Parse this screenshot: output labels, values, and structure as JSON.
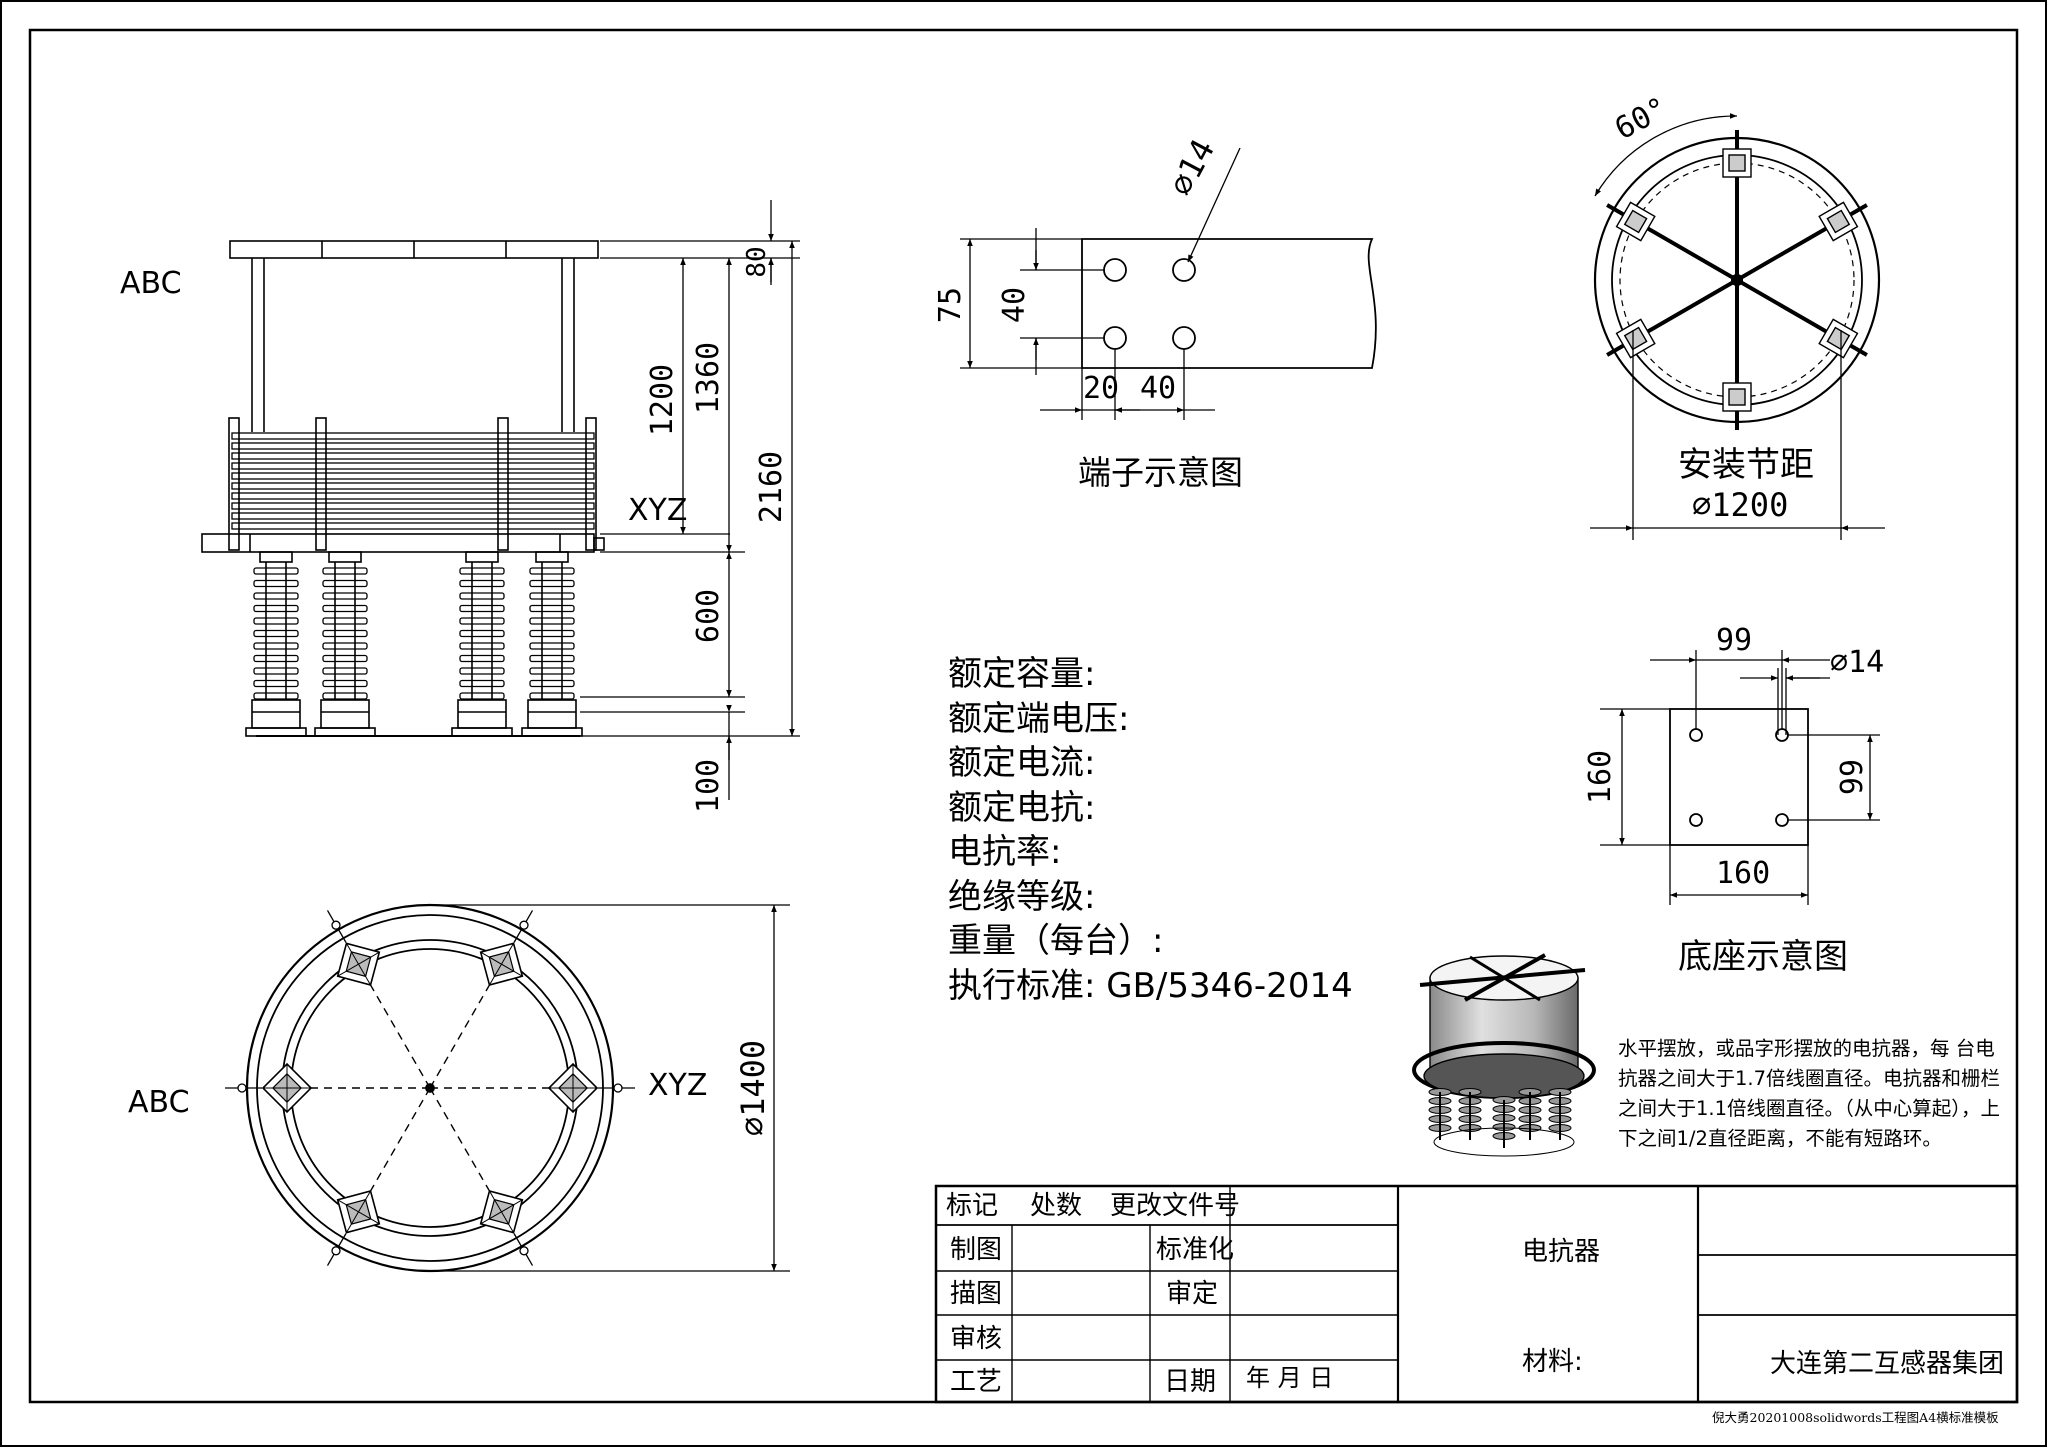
{
  "front_view": {
    "label_top": "ABC",
    "label_bottom": "XYZ",
    "dims": [
      "80",
      "1200",
      "1360",
      "2160",
      "600",
      "100"
    ]
  },
  "top_view": {
    "label_left": "ABC",
    "label_right": "XYZ",
    "diameter": "∅1400"
  },
  "terminal": {
    "title": "端子示意图",
    "hole": "∅14",
    "dims": [
      "75",
      "40",
      "20",
      "40"
    ]
  },
  "mounting": {
    "angle": "60°",
    "title": "安装节距",
    "diameter": "∅1200"
  },
  "base": {
    "title": "底座示意图",
    "dims": [
      "99",
      "∅14",
      "160",
      "99",
      "160"
    ]
  },
  "specs": [
    "额定容量:",
    "额定端电压:",
    "额定电流:",
    "额定电抗:",
    "电抗率:",
    "绝缘等级:",
    "重量（每台）:",
    "执行标准: GB/5346-2014"
  ],
  "note": "水平摆放，或品字形摆放的电抗器，每 台电抗器之间大于1.7倍线圈直径。电抗器和栅栏之间大于1.1倍线圈直径。（从中心算起），上下之间1/2直径距离，不能有短路环。",
  "title_block": {
    "r1": [
      "标记",
      "处数",
      "更改文件号"
    ],
    "drawn": "制图",
    "standardize": "标准化",
    "trace": "描图",
    "review": "审定",
    "check": "审核",
    "process": "工艺",
    "date": "日期",
    "ymd": "年 月 日",
    "product": "电抗器",
    "material": "材料:",
    "company": "大连第二互感器集团"
  },
  "credit": "倪大勇20201008solidwords工程图A4横标准模板"
}
